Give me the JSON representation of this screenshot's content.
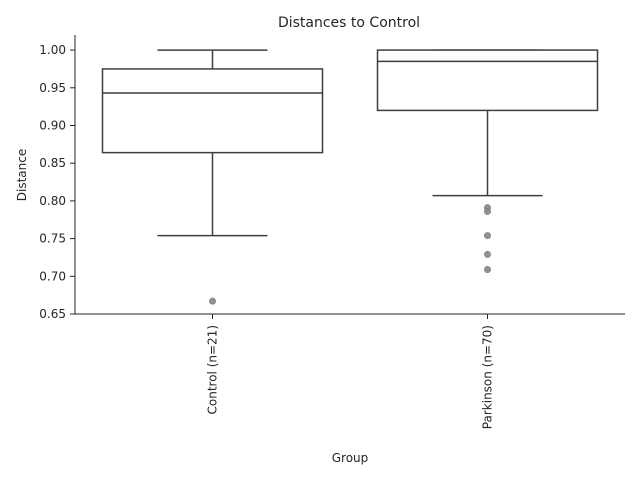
{
  "chart_data": {
    "type": "box",
    "title": "Distances to Control",
    "xlabel": "Group",
    "ylabel": "Distance",
    "ylim": [
      0.65,
      1.02
    ],
    "yticks": [
      "0.65",
      "0.70",
      "0.75",
      "0.80",
      "0.85",
      "0.90",
      "0.95",
      "1.00"
    ],
    "grid": false,
    "categories": [
      "Control (n=21)",
      "Parkinson (n=70)"
    ],
    "boxes": [
      {
        "name": "Control (n=21)",
        "whisker_low": 0.754,
        "q1": 0.864,
        "median": 0.943,
        "q3": 0.975,
        "whisker_high": 1.0,
        "outliers": [
          0.667
        ]
      },
      {
        "name": "Parkinson (n=70)",
        "whisker_low": 0.807,
        "q1": 0.92,
        "median": 0.985,
        "q3": 1.0,
        "whisker_high": 1.0,
        "outliers": [
          0.791,
          0.786,
          0.754,
          0.729,
          0.709
        ]
      }
    ],
    "colors": {
      "box_edge": "#3f3f3f",
      "box_fill": "#ffffff",
      "outlier": "#8c8c8c",
      "axis": "#262626"
    }
  }
}
